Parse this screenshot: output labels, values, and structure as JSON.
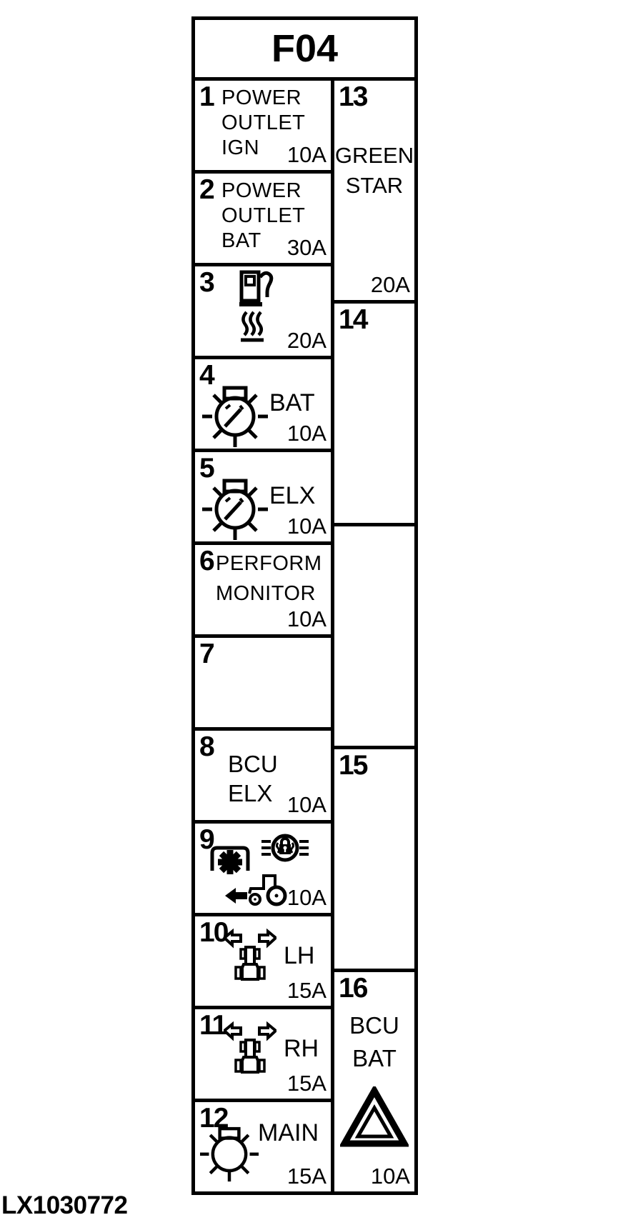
{
  "title": "F04",
  "footer_code": "LX1030772",
  "colors": {
    "line": "#000000",
    "background": "#ffffff"
  },
  "panel": {
    "left_fuses": [
      {
        "number": "1",
        "lines": [
          "POWER",
          "OUTLET",
          "IGN"
        ],
        "amp": "10A",
        "icons": []
      },
      {
        "number": "2",
        "lines": [
          "POWER",
          "OUTLET",
          "BAT"
        ],
        "amp": "30A",
        "icons": []
      },
      {
        "number": "3",
        "lines": [],
        "amp": "20A",
        "icons": [
          "fuel-pump-icon",
          "fuel-heater-icon"
        ]
      },
      {
        "number": "4",
        "lines": [
          "BAT"
        ],
        "amp": "10A",
        "icons": [
          "work-light-icon"
        ]
      },
      {
        "number": "5",
        "lines": [
          "ELX"
        ],
        "amp": "10A",
        "icons": [
          "work-light-icon"
        ]
      },
      {
        "number": "6",
        "lines": [
          "PERFORM",
          "MONITOR"
        ],
        "amp": "10A",
        "icons": []
      },
      {
        "number": "7",
        "lines": [],
        "amp": "",
        "icons": []
      },
      {
        "number": "8",
        "lines": [
          "BCU",
          "ELX"
        ],
        "amp": "10A",
        "icons": []
      },
      {
        "number": "9",
        "lines": [],
        "amp": "10A",
        "icons": [
          "pto-icon",
          "diff-lock-icon",
          "tractor-arrow-icon"
        ]
      },
      {
        "number": "10",
        "lines": [
          "LH"
        ],
        "amp": "15A",
        "icons": [
          "turn-signal-tractor-icon"
        ]
      },
      {
        "number": "11",
        "lines": [
          "RH"
        ],
        "amp": "15A",
        "icons": [
          "turn-signal-tractor-icon"
        ]
      },
      {
        "number": "12",
        "lines": [
          "MAIN"
        ],
        "amp": "15A",
        "icons": [
          "main-light-icon"
        ]
      }
    ],
    "right_fuses": [
      {
        "number": "13",
        "lines": [
          "GREEN",
          "STAR"
        ],
        "amp": "20A",
        "icons": []
      },
      {
        "number": "14",
        "lines": [],
        "amp": "",
        "icons": []
      },
      {
        "number": "",
        "lines": [],
        "amp": "",
        "icons": []
      },
      {
        "number": "15",
        "lines": [],
        "amp": "",
        "icons": []
      },
      {
        "number": "16",
        "lines": [
          "BCU",
          "BAT"
        ],
        "amp": "10A",
        "icons": [
          "hazard-triangle-icon"
        ]
      }
    ]
  }
}
